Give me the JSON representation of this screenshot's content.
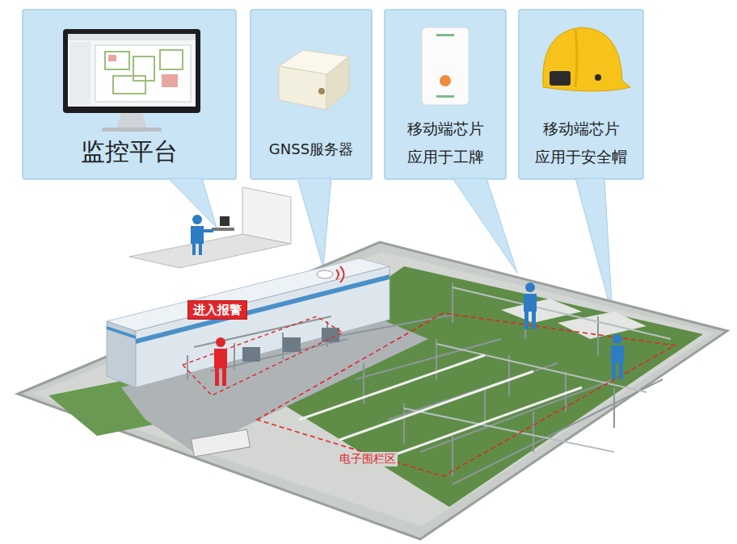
{
  "diagram": {
    "nodes": [
      {
        "text": [
          "监控平台"
        ]
      },
      {
        "text": [
          "GNSS服务器"
        ]
      },
      {
        "text": [
          "移动端芯片 应用于工牌"
        ]
      },
      {
        "text": [
          "移动端芯片 应用于安全帽"
        ]
      },
      {
        "text": [
          "进入报警"
        ]
      }
    ],
    "labels": [
      "电子围栏区"
    ]
  }
}
